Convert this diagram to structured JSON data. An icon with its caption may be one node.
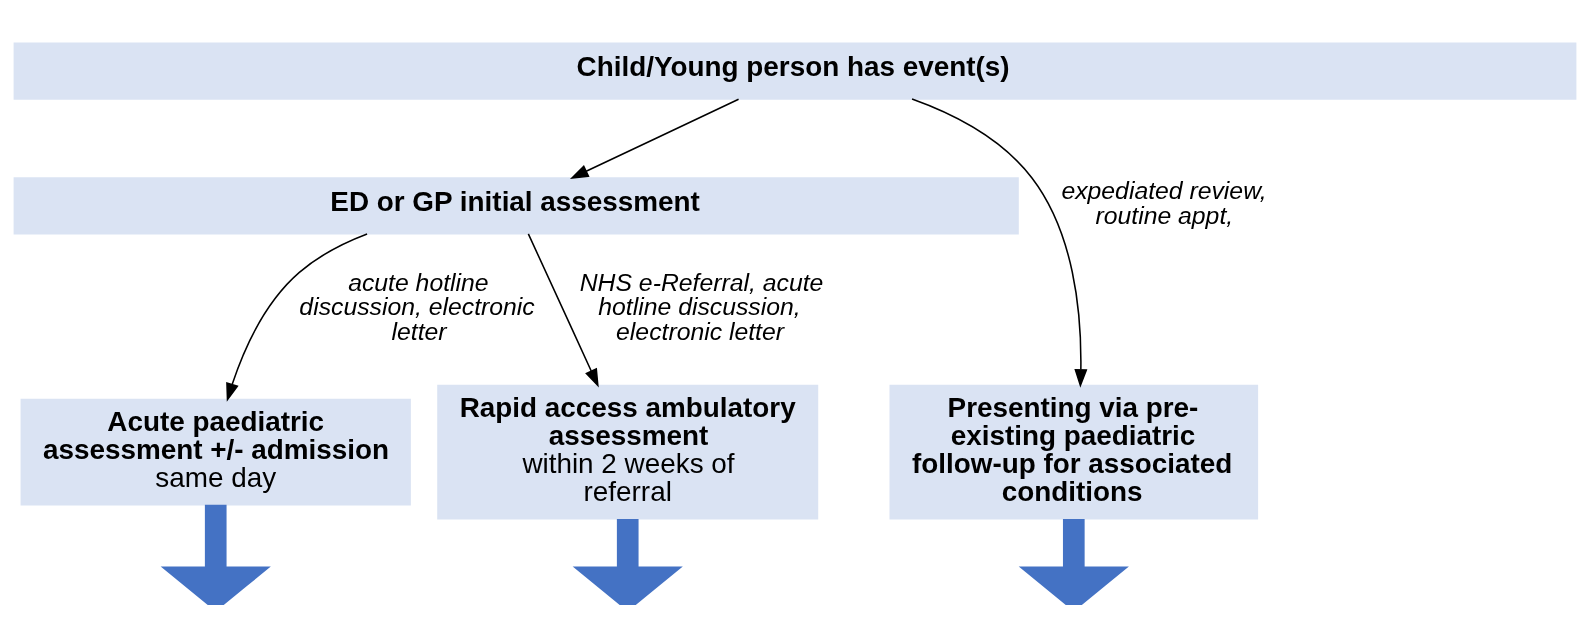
{
  "diagram": {
    "nodes": [
      {
        "text": [
          "Child/Young person has event(s)"
        ]
      },
      {
        "text": [
          "ED or GP initial assessment"
        ]
      },
      {
        "text": [
          "Acute paediatric assessment +/- admission",
          "same day"
        ]
      },
      {
        "text": [
          "Rapid access ambulatory assessment",
          "within 2 weeks of referral"
        ]
      },
      {
        "text": [
          "Presenting via pre-existing paediatric follow-up for associated conditions"
        ]
      }
    ],
    "edges": [
      {
        "from": 0,
        "to": 1,
        "arrow": "to"
      },
      {
        "from": 1,
        "to": 2,
        "arrow": "to",
        "label": "acute hotline discussion, electronic letter"
      },
      {
        "from": 1,
        "to": 3,
        "arrow": "to",
        "label": "NHS e-Referral, acute hotline discussion, electronic letter"
      },
      {
        "from": 0,
        "to": 4,
        "arrow": "to",
        "label": "expediated review, routine appt,"
      },
      {
        "from": 2,
        "to": null,
        "arrow": "to",
        "style": "thick",
        "color": "#4472c4"
      },
      {
        "from": 3,
        "to": null,
        "arrow": "to",
        "style": "thick",
        "color": "#4472c4"
      },
      {
        "from": 4,
        "to": null,
        "arrow": "to",
        "style": "thick",
        "color": "#4472c4"
      }
    ]
  }
}
